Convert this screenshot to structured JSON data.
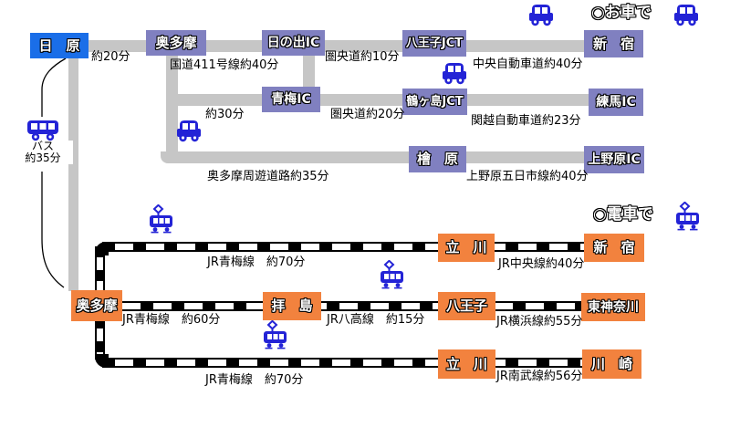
{
  "colors": {
    "road_gray": "#c6c6c6",
    "interchange_box": "#8080c0",
    "origin_box": "#1a6ee8",
    "station_box": "#f2823e",
    "vehicle_blue": "#2323d6",
    "rail_black": "#000000"
  },
  "car": {
    "header": "○お車で",
    "origin": {
      "label": "日　原"
    },
    "nodes": [
      {
        "label": "奥多摩"
      },
      {
        "label": "日の出IC"
      },
      {
        "label": "八王子JCT"
      },
      {
        "label": "新　宿"
      },
      {
        "label": "青梅IC"
      },
      {
        "label": "鶴ヶ島JCT"
      },
      {
        "label": "練馬IC"
      },
      {
        "label": "檜　原"
      },
      {
        "label": "上野原IC"
      }
    ],
    "edges": [
      {
        "label": "約20分"
      },
      {
        "label": "国道411号線約40分"
      },
      {
        "label": "圏央道約10分"
      },
      {
        "label": "中央自動車道約40分"
      },
      {
        "label": "約30分"
      },
      {
        "label": "圏央道約20分"
      },
      {
        "label": "関越自動車道約23分"
      },
      {
        "label": "奥多摩周遊道路約35分"
      },
      {
        "label": "上野原五日市線約40分"
      }
    ],
    "bus": {
      "line1": "バス",
      "line2": "約35分"
    }
  },
  "train": {
    "header": "○電車で",
    "stations": [
      {
        "label": "奥多摩"
      },
      {
        "label": "立　川"
      },
      {
        "label": "新　宿"
      },
      {
        "label": "拝　島"
      },
      {
        "label": "八王子"
      },
      {
        "label": "東神奈川"
      },
      {
        "label": "立　川"
      },
      {
        "label": "川　崎"
      }
    ],
    "edges": [
      {
        "label": "JR青梅線　約70分"
      },
      {
        "label": "JR中央線約40分"
      },
      {
        "label": "JR青梅線　約60分"
      },
      {
        "label": "JR八高線　約15分"
      },
      {
        "label": "JR横浜線約55分"
      },
      {
        "label": "JR青梅線　約70分"
      },
      {
        "label": "JR南武線約56分"
      }
    ]
  },
  "icons": {
    "car": "car-icon",
    "bus": "bus-icon",
    "train": "train-icon"
  }
}
